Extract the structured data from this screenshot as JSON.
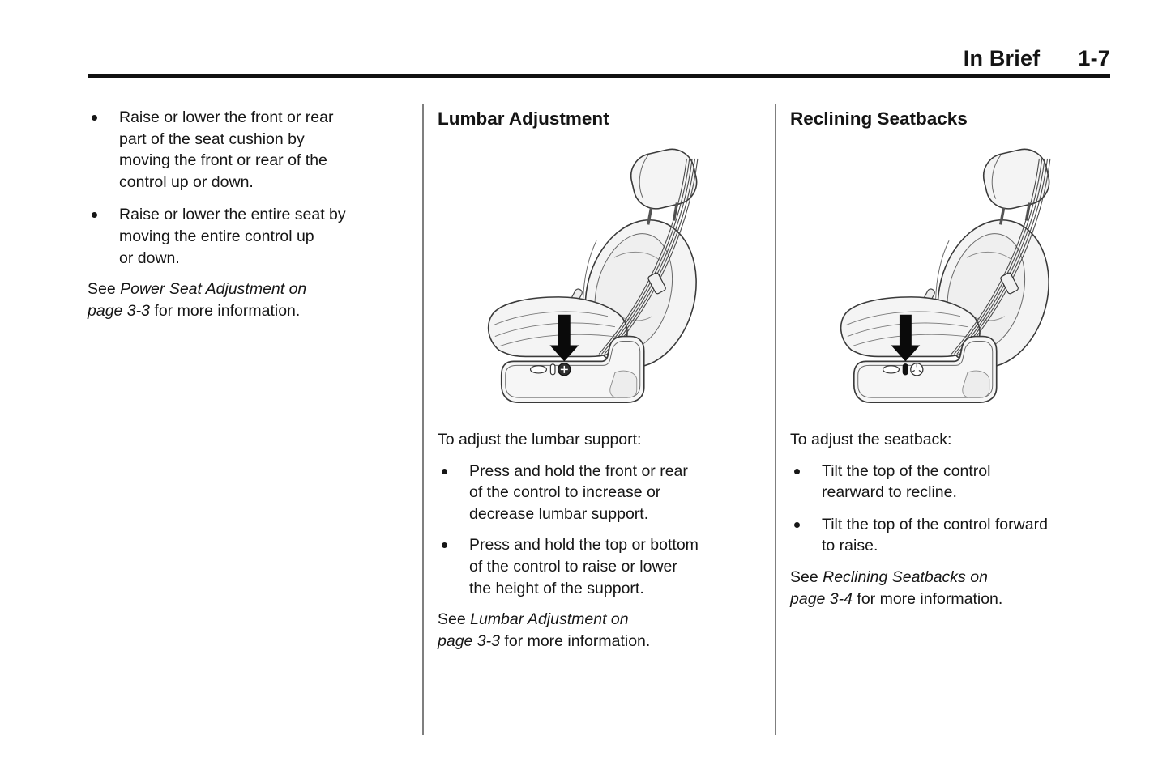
{
  "header": {
    "section": "In Brief",
    "page": "1-7"
  },
  "left_column": {
    "bullets": [
      "Raise or lower the front or rear\npart of the seat cushion by\nmoving the front or rear of the\ncontrol up or down.",
      "Raise or lower the entire seat by\nmoving the entire control up\nor down."
    ],
    "see_note": {
      "prefix": "See ",
      "reference": "Power Seat Adjustment on\npage 3-3",
      "suffix": " for more information."
    }
  },
  "lumbar_column": {
    "heading": "Lumbar Adjustment",
    "illustration": "power-seat-side-view-arrow-pointing-down-to-round-lumbar-control",
    "intro": "To adjust the lumbar support:",
    "bullets": [
      "Press and hold the front or rear\nof the control to increase or\ndecrease lumbar support.",
      "Press and hold the top or bottom\nof the control to raise or lower\nthe height of the support."
    ],
    "see_note": {
      "prefix": "See ",
      "reference": "Lumbar Adjustment on\npage 3-3",
      "suffix": " for more information."
    }
  },
  "recline_column": {
    "heading": "Reclining Seatbacks",
    "illustration": "power-seat-side-view-arrow-pointing-down-to-recline-control",
    "intro": "To adjust the seatback:",
    "bullets": [
      "Tilt the top of the control\nrearward to recline.",
      "Tilt the top of the control forward\nto raise."
    ],
    "see_note": {
      "prefix": "See ",
      "reference": "Reclining Seatbacks on\npage 3-4",
      "suffix": " for more information."
    }
  },
  "colors": {
    "text": "#161616",
    "rule": "#111111",
    "divider": "#7f7f7f",
    "line_art": "#3a3a3a",
    "seat_fill": "#f4f4f4",
    "arrow": "#0a0a0a"
  }
}
